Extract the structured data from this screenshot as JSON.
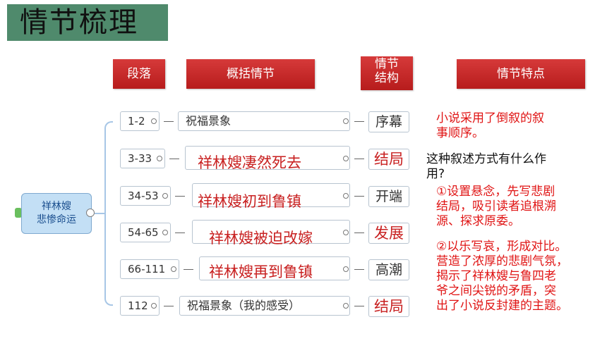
{
  "title": "情节梳理",
  "headers": {
    "segment": "段落",
    "summary": "概括情节",
    "structure_line1": "情节",
    "structure_line2": "结构",
    "features": "情节特点"
  },
  "root": {
    "line1": "祥林嫂",
    "line2": "悲惨命运"
  },
  "rows": [
    {
      "segment": "1-2",
      "summary": "祝福景象",
      "overlay": "",
      "structure": "序幕"
    },
    {
      "segment": "3-33",
      "summary": "",
      "overlay": "祥林嫂凄然死去",
      "structure": "结局"
    },
    {
      "segment": "34-53",
      "summary": "",
      "overlay": "祥林嫂初到鲁镇",
      "structure": "开端"
    },
    {
      "segment": "54-65",
      "summary": "",
      "overlay": "祥林嫂被迫改嫁",
      "structure": "发展"
    },
    {
      "segment": "66-111",
      "summary": "",
      "overlay": "祥林嫂再到鲁镇",
      "structure": "高潮"
    },
    {
      "segment": "112",
      "summary": "祝福景象（我的感受）",
      "overlay": "",
      "structure": "结局"
    }
  ],
  "notes": {
    "n1_line1": "小说采用了倒叙的叙",
    "n1_line2": "事顺序。",
    "q_line1": "这种叙述方式有什么作",
    "q_line2": "用?",
    "a1_line1": "①设置悬念，先写悲剧",
    "a1_line2": "结局，吸引读者追根溯",
    "a1_line3": "源、探求原委。",
    "a2_line1": "②以乐写哀，形成对比。",
    "a2_line2": "营造了浓厚的悲剧气氛，",
    "a2_line3": "揭示了祥林嫂与鲁四老",
    "a2_line4": "爷之间尖锐的矛盾，突",
    "a2_line5": "出了小说反封建的主题。"
  },
  "colors": {
    "title_bg": "#4f8a6c",
    "header_red": "#c62828",
    "answer_red": "#e01414",
    "root_bg": "#c3dff5"
  }
}
